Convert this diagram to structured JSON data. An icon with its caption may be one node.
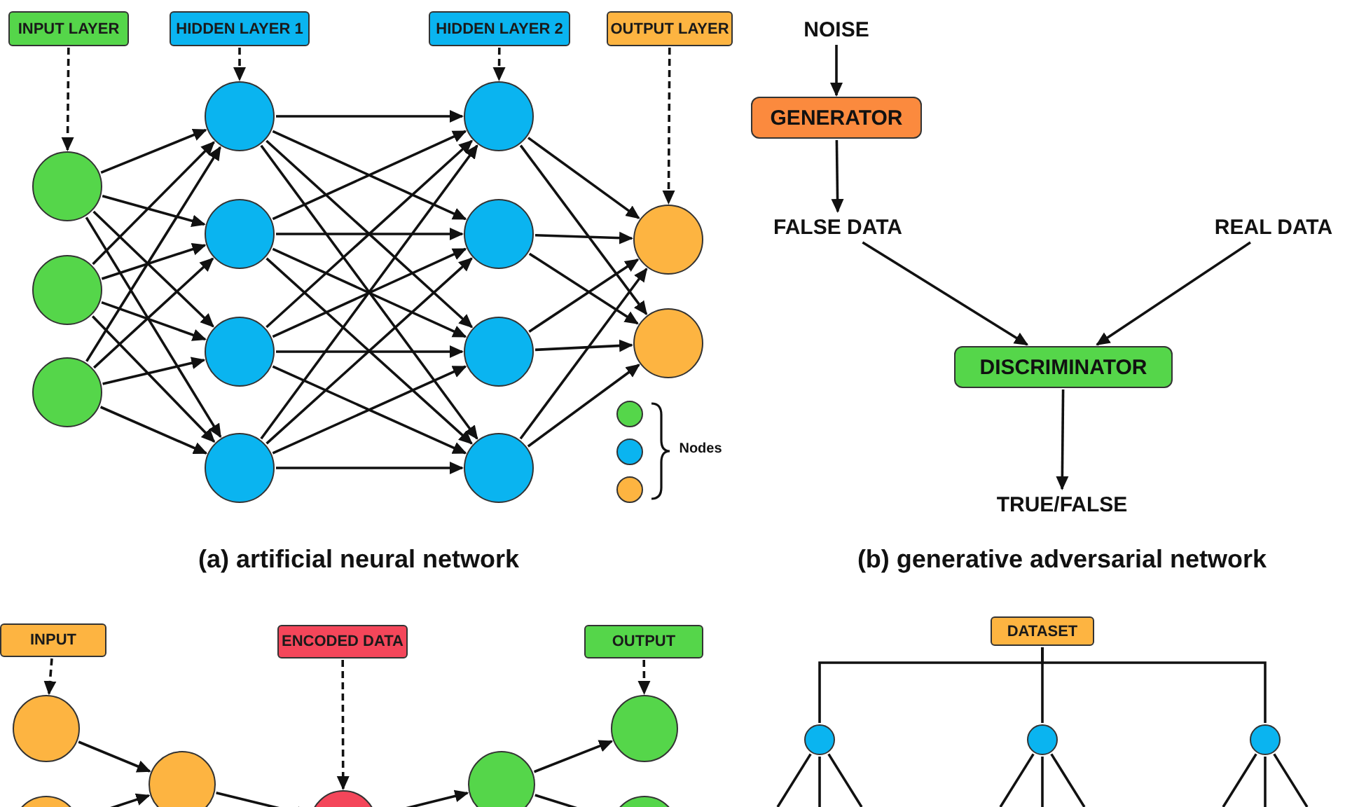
{
  "diagram": {
    "nodes": [
      {
        "text": [
          "INPUT LAYER"
        ]
      },
      {
        "text": [
          "HIDDEN LAYER 1"
        ]
      },
      {
        "text": [
          "HIDDEN LAYER 2"
        ]
      },
      {
        "text": [
          "OUTPUT LAYER"
        ]
      },
      {
        "text": [],
        "shape": "circle"
      },
      {
        "text": [],
        "shape": "circle"
      },
      {
        "text": [],
        "shape": "circle"
      },
      {
        "text": [],
        "shape": "circle"
      },
      {
        "text": [],
        "shape": "circle"
      },
      {
        "text": [],
        "shape": "circle"
      },
      {
        "text": [],
        "shape": "circle"
      },
      {
        "text": [],
        "shape": "circle"
      },
      {
        "text": [],
        "shape": "circle"
      },
      {
        "text": [],
        "shape": "circle"
      },
      {
        "text": [],
        "shape": "circle"
      },
      {
        "text": [],
        "shape": "circle"
      },
      {
        "text": [],
        "shape": "circle"
      },
      {
        "text": [
          "NOISE"
        ]
      },
      {
        "text": [
          "GENERATOR"
        ]
      },
      {
        "text": [
          "FALSE DATA"
        ]
      },
      {
        "text": [
          "REAL DATA"
        ]
      },
      {
        "text": [
          "DISCRIMINATOR"
        ]
      },
      {
        "text": [
          "TRUE/FALSE"
        ]
      },
      {
        "text": [
          "INPUT"
        ]
      },
      {
        "text": [
          "ENCODED DATA"
        ]
      },
      {
        "text": [
          "OUTPUT"
        ]
      },
      {
        "text": [
          "DATASET"
        ]
      },
      {
        "text": [],
        "shape": "circle"
      },
      {
        "text": [],
        "shape": "circle"
      },
      {
        "text": [],
        "shape": "circle"
      },
      {
        "text": [],
        "shape": "circle"
      },
      {
        "text": [],
        "shape": "circle"
      },
      {
        "text": [],
        "shape": "circle"
      },
      {
        "text": [],
        "shape": "circle"
      },
      {
        "text": [],
        "shape": "circle"
      },
      {
        "text": [],
        "shape": "circle"
      },
      {
        "text": [],
        "shape": "circle"
      }
    ],
    "edges": [
      {
        "from": 0,
        "to": 4,
        "arrow": "to",
        "style": "dashed"
      },
      {
        "from": 1,
        "to": 7,
        "arrow": "to",
        "style": "dashed"
      },
      {
        "from": 2,
        "to": 11,
        "arrow": "to",
        "style": "dashed"
      },
      {
        "from": 3,
        "to": 15,
        "arrow": "to",
        "style": "dashed"
      },
      {
        "from": 4,
        "to": 7,
        "arrow": "to"
      },
      {
        "from": 4,
        "to": 8,
        "arrow": "to"
      },
      {
        "from": 4,
        "to": 9,
        "arrow": "to"
      },
      {
        "from": 4,
        "to": 10,
        "arrow": "to"
      },
      {
        "from": 5,
        "to": 7,
        "arrow": "to"
      },
      {
        "from": 5,
        "to": 8,
        "arrow": "to"
      },
      {
        "from": 5,
        "to": 9,
        "arrow": "to"
      },
      {
        "from": 5,
        "to": 10,
        "arrow": "to"
      },
      {
        "from": 6,
        "to": 7,
        "arrow": "to"
      },
      {
        "from": 6,
        "to": 8,
        "arrow": "to"
      },
      {
        "from": 6,
        "to": 9,
        "arrow": "to"
      },
      {
        "from": 6,
        "to": 10,
        "arrow": "to"
      },
      {
        "from": 7,
        "to": 11,
        "arrow": "to"
      },
      {
        "from": 7,
        "to": 12,
        "arrow": "to"
      },
      {
        "from": 7,
        "to": 13,
        "arrow": "to"
      },
      {
        "from": 7,
        "to": 14,
        "arrow": "to"
      },
      {
        "from": 8,
        "to": 11,
        "arrow": "to"
      },
      {
        "from": 8,
        "to": 12,
        "arrow": "to"
      },
      {
        "from": 8,
        "to": 13,
        "arrow": "to"
      },
      {
        "from": 8,
        "to": 14,
        "arrow": "to"
      },
      {
        "from": 9,
        "to": 11,
        "arrow": "to"
      },
      {
        "from": 9,
        "to": 12,
        "arrow": "to"
      },
      {
        "from": 9,
        "to": 13,
        "arrow": "to"
      },
      {
        "from": 9,
        "to": 14,
        "arrow": "to"
      },
      {
        "from": 10,
        "to": 11,
        "arrow": "to"
      },
      {
        "from": 10,
        "to": 12,
        "arrow": "to"
      },
      {
        "from": 10,
        "to": 13,
        "arrow": "to"
      },
      {
        "from": 10,
        "to": 14,
        "arrow": "to"
      },
      {
        "from": 11,
        "to": 15,
        "arrow": "to"
      },
      {
        "from": 11,
        "to": 16,
        "arrow": "to"
      },
      {
        "from": 12,
        "to": 15,
        "arrow": "to"
      },
      {
        "from": 12,
        "to": 16,
        "arrow": "to"
      },
      {
        "from": 13,
        "to": 15,
        "arrow": "to"
      },
      {
        "from": 13,
        "to": 16,
        "arrow": "to"
      },
      {
        "from": 14,
        "to": 15,
        "arrow": "to"
      },
      {
        "from": 14,
        "to": 16,
        "arrow": "to"
      },
      {
        "from": 17,
        "to": 18,
        "arrow": "to"
      },
      {
        "from": 18,
        "to": 19,
        "arrow": "to"
      },
      {
        "from": 19,
        "to": 21,
        "arrow": "to"
      },
      {
        "from": 20,
        "to": 21,
        "arrow": "to"
      },
      {
        "from": 21,
        "to": 22,
        "arrow": "to"
      },
      {
        "from": 23,
        "to": 27,
        "arrow": "to",
        "style": "dashed"
      },
      {
        "from": 24,
        "to": 30,
        "arrow": "to",
        "style": "dashed"
      },
      {
        "from": 25,
        "to": 32,
        "arrow": "to",
        "style": "dashed"
      },
      {
        "from": 27,
        "to": 29,
        "arrow": "to"
      },
      {
        "from": 28,
        "to": 29,
        "arrow": "to"
      },
      {
        "from": 29,
        "to": 30,
        "arrow": "to"
      },
      {
        "from": 30,
        "to": 31,
        "arrow": "to"
      },
      {
        "from": 31,
        "to": 32,
        "arrow": "to"
      },
      {
        "from": 31,
        "to": 33,
        "arrow": "to"
      },
      {
        "from": 26,
        "to": 34,
        "arrow": "none"
      },
      {
        "from": 26,
        "to": 35,
        "arrow": "none"
      },
      {
        "from": 26,
        "to": 36,
        "arrow": "none"
      },
      {
        "from": 34,
        "to": null,
        "arrow": "none"
      },
      {
        "from": 34,
        "to": null,
        "arrow": "none"
      },
      {
        "from": 34,
        "to": null,
        "arrow": "none"
      },
      {
        "from": 35,
        "to": null,
        "arrow": "none"
      },
      {
        "from": 35,
        "to": null,
        "arrow": "none"
      },
      {
        "from": 35,
        "to": null,
        "arrow": "none"
      },
      {
        "from": 36,
        "to": null,
        "arrow": "none"
      },
      {
        "from": 36,
        "to": null,
        "arrow": "none"
      },
      {
        "from": 36,
        "to": null,
        "arrow": "none"
      }
    ],
    "labels": [
      "Nodes",
      "(a) artificial neural network",
      "(b) generative adversarial network"
    ]
  }
}
